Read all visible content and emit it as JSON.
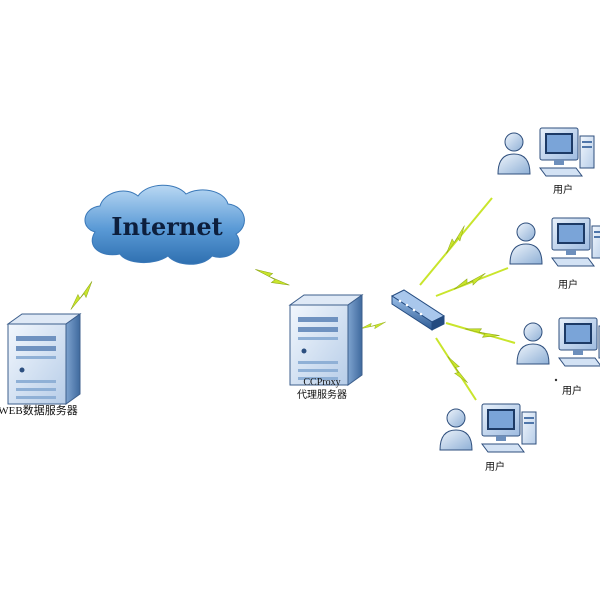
{
  "cloud": {
    "label": "Internet"
  },
  "web_server": {
    "label": "WEB数据服务器"
  },
  "proxy_server": {
    "label_line1": "CCProxy",
    "label_line2": "代理服务器"
  },
  "users": [
    {
      "label": "用户"
    },
    {
      "label": "用户"
    },
    {
      "label": "用户"
    },
    {
      "label": "用户"
    }
  ],
  "colors": {
    "cloud": "#4a90d0",
    "server_face": "#c8dcf2",
    "server_dark": "#5e86b4",
    "bolt": "#c8e62a",
    "switch": "#3f6ea8",
    "person": "#5a82b4"
  }
}
